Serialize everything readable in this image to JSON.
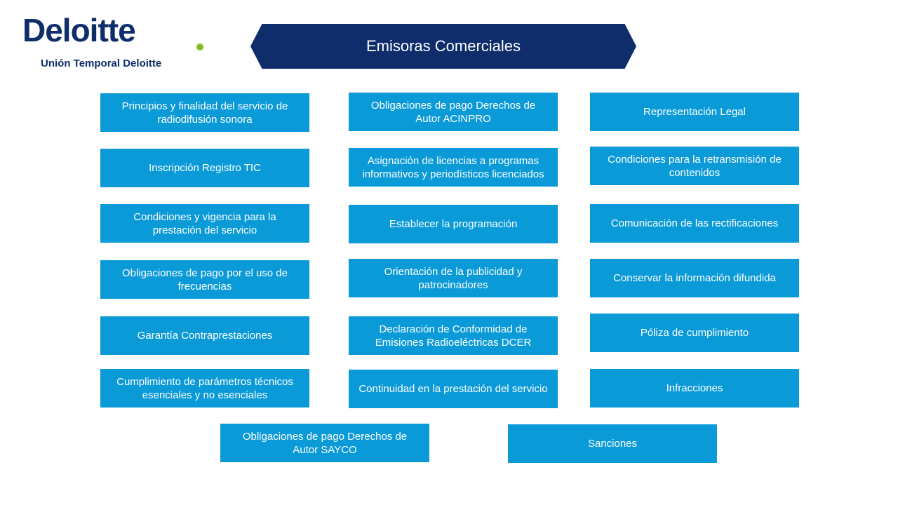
{
  "logo": {
    "word": "Deloitte",
    "subtitle": "Unión Temporal Deloitte"
  },
  "banner": {
    "title": "Emisoras Comerciales"
  },
  "colors": {
    "navy": "#0f2d6b",
    "box_blue": "#0a9ad8",
    "logo_dot_green": "#86bc25"
  },
  "columns": {
    "left": [
      "Principios y finalidad del servicio de radiodifusión sonora",
      "Inscripción Registro TIC",
      "Condiciones y vigencia para la prestación del servicio",
      "Obligaciones de pago por el uso de frecuencias",
      "Garantía Contraprestaciones",
      "Cumplimiento de parámetros técnicos esenciales y no esenciales"
    ],
    "middle": [
      "Obligaciones de pago Derechos de Autor ACINPRO",
      "Asignación de licencias a programas informativos y periodísticos licenciados",
      "Establecer la programación",
      "Orientación de la publicidad y patrocinadores",
      "Declaración de Conformidad de Emisiones Radioeléctricas DCER",
      "Continuidad en la prestación del servicio"
    ],
    "right": [
      "Representación Legal",
      "Condiciones para la retransmisión de contenidos",
      "Comunicación de las rectificaciones",
      "Conservar la información difundida",
      "Póliza de cumplimiento",
      "Infracciones"
    ],
    "bottom": [
      "Obligaciones de pago Derechos de Autor SAYCO",
      "Sanciones"
    ]
  }
}
